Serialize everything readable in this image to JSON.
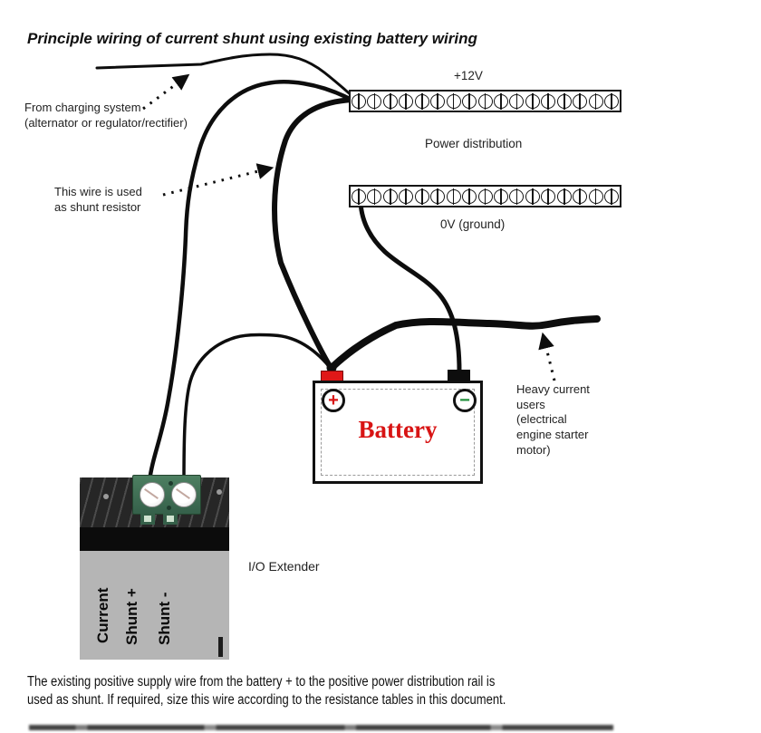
{
  "title": "Principle wiring of current shunt using existing battery wiring",
  "labels": {
    "charging": "From charging system\n(alternator or regulator/rectifier)",
    "shunt_note": "This wire is used\nas shunt resistor",
    "plus12v": "+12V",
    "power_distribution": "Power distribution",
    "ground": "0V (ground)",
    "heavy_users": "Heavy current\nusers\n(electrical\nengine starter\nmotor)",
    "io_extender": "I/O Extender",
    "battery": "Battery",
    "battery_plus": "+",
    "battery_minus": "−"
  },
  "io_extender_pins": [
    "Current",
    "Shunt +",
    "Shunt -"
  ],
  "rails": {
    "terminal_count": 17
  },
  "footer": "The existing positive supply wire from the battery + to the positive power distribution rail is\nused as shunt. If required, size this wire according to the resistance tables in this document.",
  "colors": {
    "wire": "#0d0d0d",
    "battery_text": "#d81414",
    "plus_sign": "#d81414",
    "minus_sign": "#1f8f3a",
    "battery_plus_terminal": "#e01818",
    "battery_minus_terminal": "#0d0d0d",
    "terminal_block_green": "#3d6e52",
    "photo_gray": "#b5b5b5"
  }
}
